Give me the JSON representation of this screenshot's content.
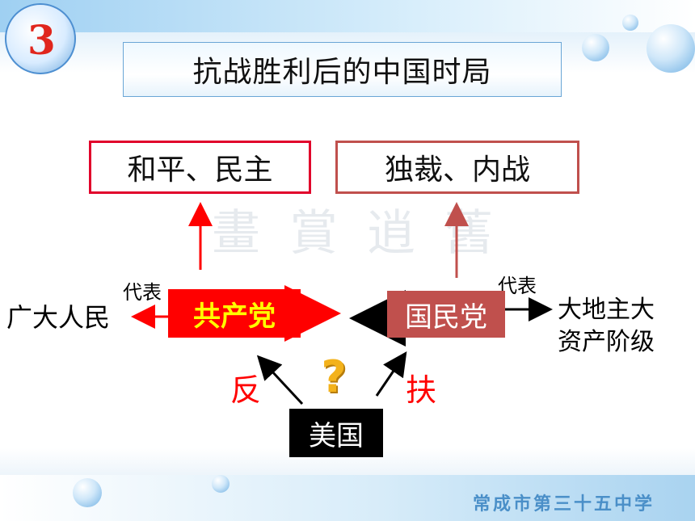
{
  "title": "抗战胜利后的中国时局",
  "outcomes": {
    "left": "和平、民主",
    "right": "独裁、内战"
  },
  "parties": {
    "ccp": "共产党",
    "kmt": "国民党",
    "usa": "美国"
  },
  "labels": {
    "people": "广大人民",
    "represent_left": "代表",
    "represent_right": "代表",
    "landlords_line1": "大地主大",
    "landlords_line2": "资产阶级",
    "oppose": "反",
    "support": "扶",
    "question": "?"
  },
  "footer": {
    "school": "常成市第三十五中学"
  },
  "logo": {
    "numeral": "3"
  },
  "colors": {
    "ccp_box": "#ff0000",
    "ccp_text": "#ffff00",
    "kmt_box": "#c0504d",
    "usa_box": "#000000",
    "left_border": "#e1002b",
    "right_border": "#c0504d",
    "accent_red": "#ff0000"
  }
}
